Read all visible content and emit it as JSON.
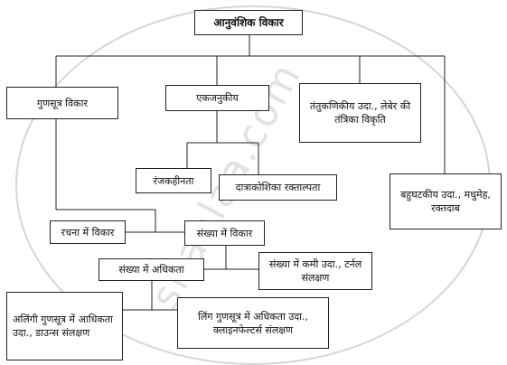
{
  "watermark": {
    "text": "shaalaa.com"
  },
  "nodes": {
    "root": "आनुवंशिक विकार",
    "chromosomal": "गुणसूत्र विकार",
    "single_gene": "एकजनुकीय",
    "mitochondrial": "तंतुकणिकीय उदा., लेबेर की तंत्रिका विकृति",
    "polygenic": "बहुघटकीय उदा., मधुमेह, रक्तदाब",
    "color_blindness": "रंजकहीनता",
    "sickle_cell": "दात्राकोशिका रक्ताल्पता",
    "structural": "रचना में विकार",
    "numerical": "संख्या में विकार",
    "excess_number": "संख्या में अधिकता",
    "deficit_number": "संख्या में कमी उदा., टर्नल संलक्षण",
    "autosomal_excess": "अलिंगी गुणसूत्र में आधिकता उदा., डाउन्स संलक्षण",
    "sex_chromosome_excess": "लिंग गुणसूत्र में अधिकता उदा., क्लाइनफेल्टर्स संलक्षण"
  }
}
